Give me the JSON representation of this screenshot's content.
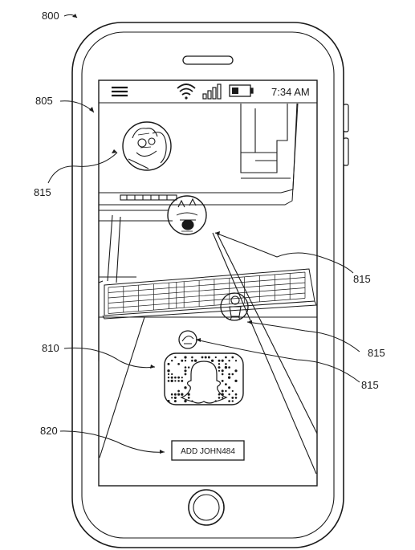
{
  "figure": {
    "device_ref": "800",
    "screen_ref": "805",
    "code_ref": "810",
    "button_ref": "820",
    "sticker_refs": [
      "815",
      "815",
      "815",
      "815"
    ]
  },
  "status_bar": {
    "time": "7:34 AM",
    "icons": [
      "menu-icon",
      "wifi-icon",
      "signal-icon",
      "battery-icon"
    ]
  },
  "add_button": {
    "label": "ADD JOHN484"
  },
  "colors": {
    "line": "#1a1a1a",
    "paper": "#ffffff"
  }
}
